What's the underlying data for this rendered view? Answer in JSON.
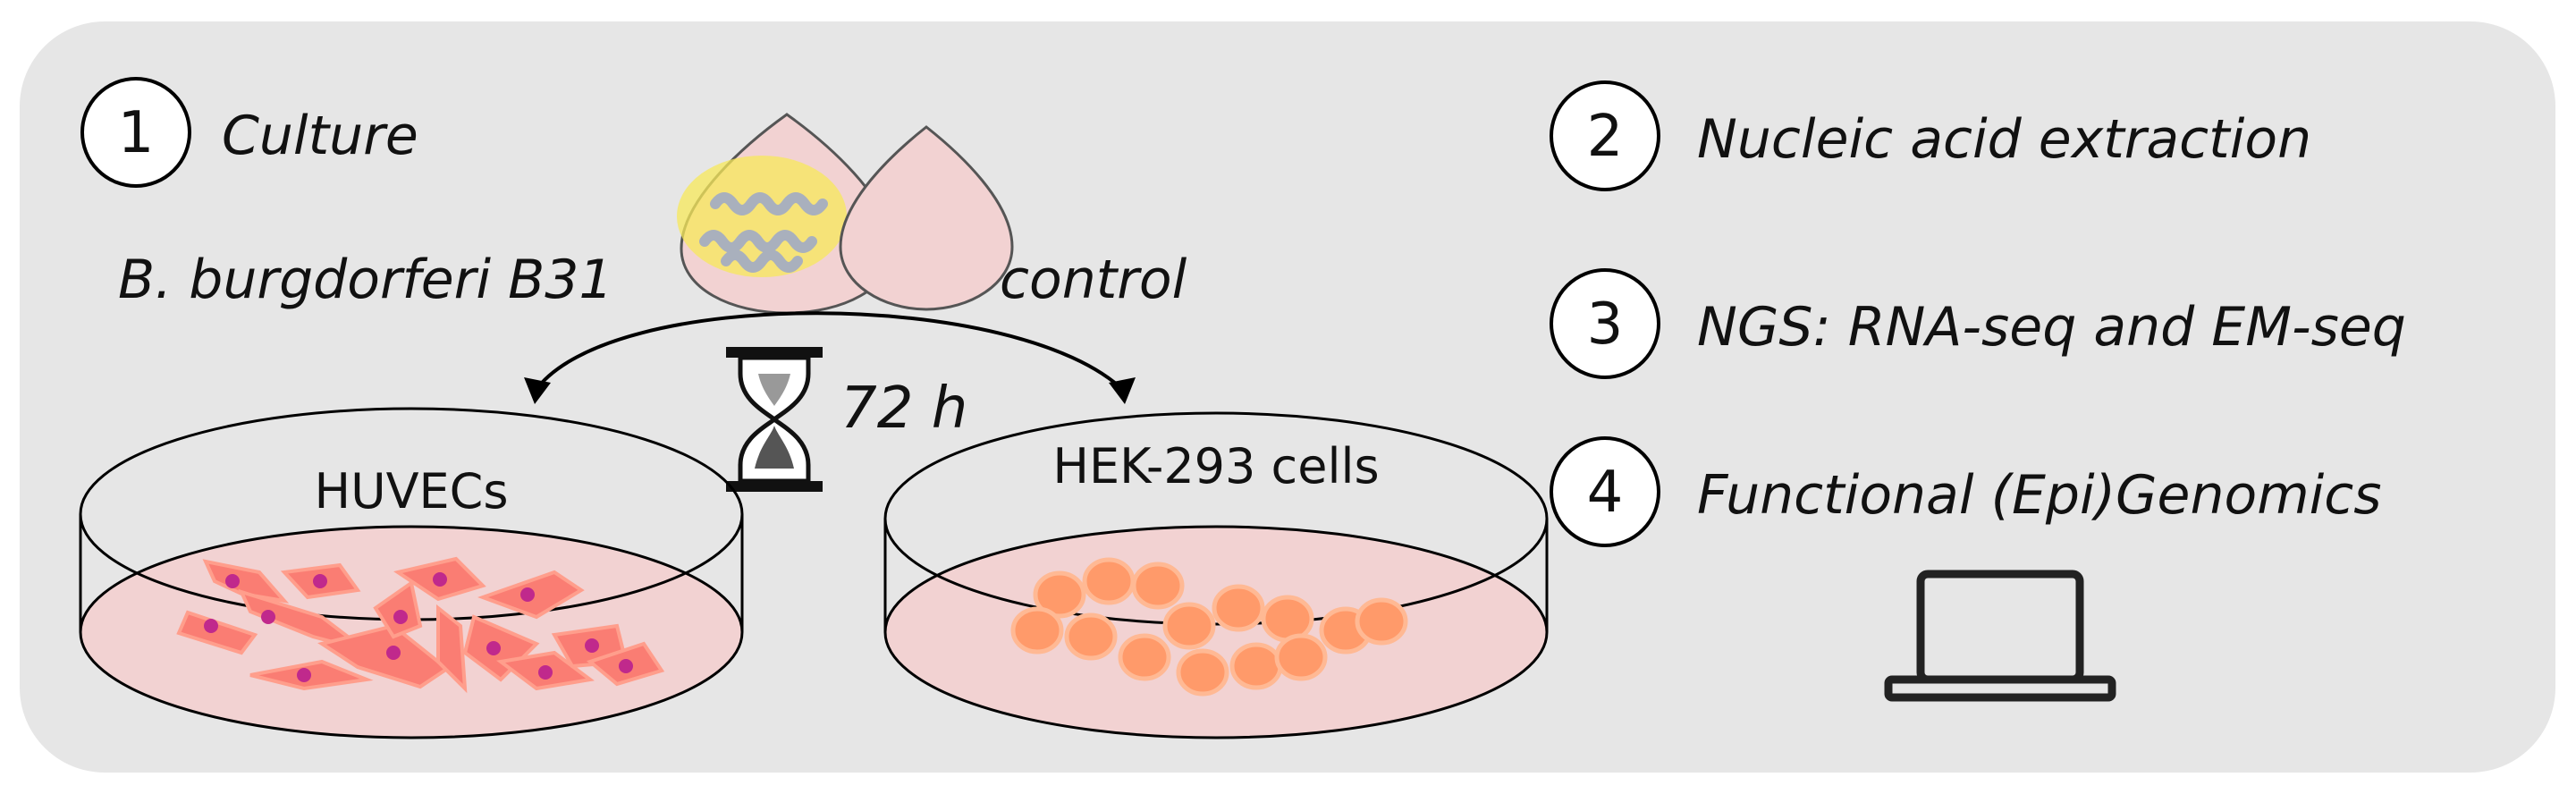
{
  "steps": [
    {
      "number": "1",
      "label": "Culture"
    },
    {
      "number": "2",
      "label": "Nucleic acid extraction"
    },
    {
      "number": "3",
      "label": "NGS: RNA-seq and EM-seq"
    },
    {
      "number": "4",
      "label": "Functional (Epi)Genomics"
    }
  ],
  "culture": {
    "infected_label": "B. burgdorferi B31",
    "control_label": "control",
    "duration": "72 h"
  },
  "dishes": {
    "left_label": "HUVECs",
    "right_label": "HEK-293 cells"
  },
  "colors": {
    "panel_background": "#e6e6e6",
    "medium_fill": "#f2d2d2",
    "drop_fill": "#f2d2d2",
    "bacteria_highlight": "#f7e85a",
    "bacteria_color": "#a9b0bd",
    "huvec_cell": "#fa7d73",
    "huvec_nucleus": "#c0298c",
    "hek_cell": "#ff9a6a",
    "outline": "#000000"
  },
  "icons": [
    "water-drop-icon",
    "bacteria-icon",
    "hourglass-icon",
    "petri-dish-icon",
    "laptop-icon",
    "curved-arrow-icon"
  ]
}
